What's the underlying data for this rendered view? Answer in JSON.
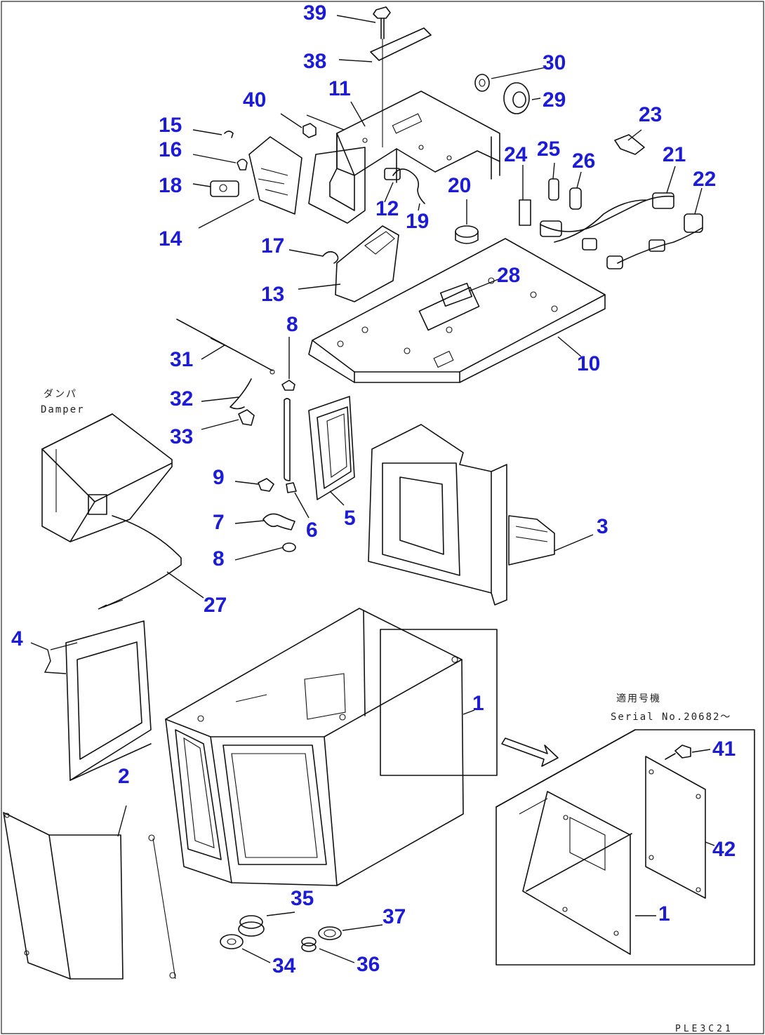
{
  "diagram": {
    "damper_label_jp": "ダンパ",
    "damper_label_en": "Damper",
    "serial_note_jp": "適用号機",
    "serial_note_en": "Serial No.20682〜",
    "drawing_ref": "PLE3C21",
    "part_numbers": [
      {
        "id": "p39",
        "n": "39"
      },
      {
        "id": "p38",
        "n": "38"
      },
      {
        "id": "p30",
        "n": "30"
      },
      {
        "id": "p29",
        "n": "29"
      },
      {
        "id": "p40",
        "n": "40"
      },
      {
        "id": "p11",
        "n": "11"
      },
      {
        "id": "p15",
        "n": "15"
      },
      {
        "id": "p16",
        "n": "16"
      },
      {
        "id": "p18",
        "n": "18"
      },
      {
        "id": "p14",
        "n": "14"
      },
      {
        "id": "p23",
        "n": "23"
      },
      {
        "id": "p24",
        "n": "24"
      },
      {
        "id": "p25",
        "n": "25"
      },
      {
        "id": "p26",
        "n": "26"
      },
      {
        "id": "p21",
        "n": "21"
      },
      {
        "id": "p22",
        "n": "22"
      },
      {
        "id": "p20",
        "n": "20"
      },
      {
        "id": "p12",
        "n": "12"
      },
      {
        "id": "p19",
        "n": "19"
      },
      {
        "id": "p17",
        "n": "17"
      },
      {
        "id": "p13",
        "n": "13"
      },
      {
        "id": "p28",
        "n": "28"
      },
      {
        "id": "p10",
        "n": "10"
      },
      {
        "id": "p8a",
        "n": "8"
      },
      {
        "id": "p31",
        "n": "31"
      },
      {
        "id": "p32",
        "n": "32"
      },
      {
        "id": "p33",
        "n": "33"
      },
      {
        "id": "p9",
        "n": "9"
      },
      {
        "id": "p7",
        "n": "7"
      },
      {
        "id": "p6",
        "n": "6"
      },
      {
        "id": "p8b",
        "n": "8"
      },
      {
        "id": "p5",
        "n": "5"
      },
      {
        "id": "p3",
        "n": "3"
      },
      {
        "id": "p27",
        "n": "27"
      },
      {
        "id": "p4",
        "n": "4"
      },
      {
        "id": "p1a",
        "n": "1"
      },
      {
        "id": "p2",
        "n": "2"
      },
      {
        "id": "p41",
        "n": "41"
      },
      {
        "id": "p42",
        "n": "42"
      },
      {
        "id": "p1b",
        "n": "1"
      },
      {
        "id": "p35",
        "n": "35"
      },
      {
        "id": "p37",
        "n": "37"
      },
      {
        "id": "p34",
        "n": "34"
      },
      {
        "id": "p36",
        "n": "36"
      }
    ]
  }
}
